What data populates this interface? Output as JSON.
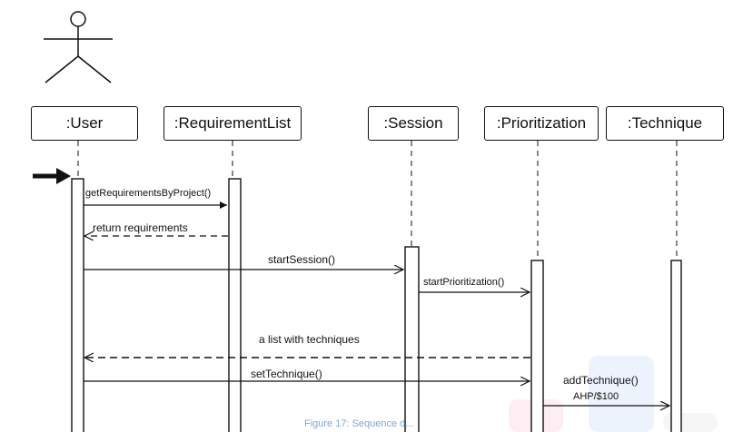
{
  "lifelines": [
    {
      "label": ":User"
    },
    {
      "label": ":RequirementList"
    },
    {
      "label": ":Session"
    },
    {
      "label": ":Prioritization"
    },
    {
      "label": ":Technique"
    }
  ],
  "messages": [
    {
      "label": "getRequirementsByProject()",
      "type": "call"
    },
    {
      "label": "return requirements",
      "type": "return"
    },
    {
      "label": "startSession()",
      "type": "call"
    },
    {
      "label": "startPrioritization()",
      "type": "call"
    },
    {
      "label": "a list with techniques",
      "type": "return"
    },
    {
      "label": "setTechnique()",
      "type": "call"
    },
    {
      "label": "addTechnique()",
      "type": "call"
    },
    {
      "label": "AHP/$100",
      "type": "argument"
    }
  ],
  "caption": "Figure 17: Sequence d...",
  "colors": {
    "line": "#111111",
    "watermark_blue": "#dbe8fb",
    "watermark_pink": "#fbdde8",
    "caption": "#7fa6d6"
  }
}
